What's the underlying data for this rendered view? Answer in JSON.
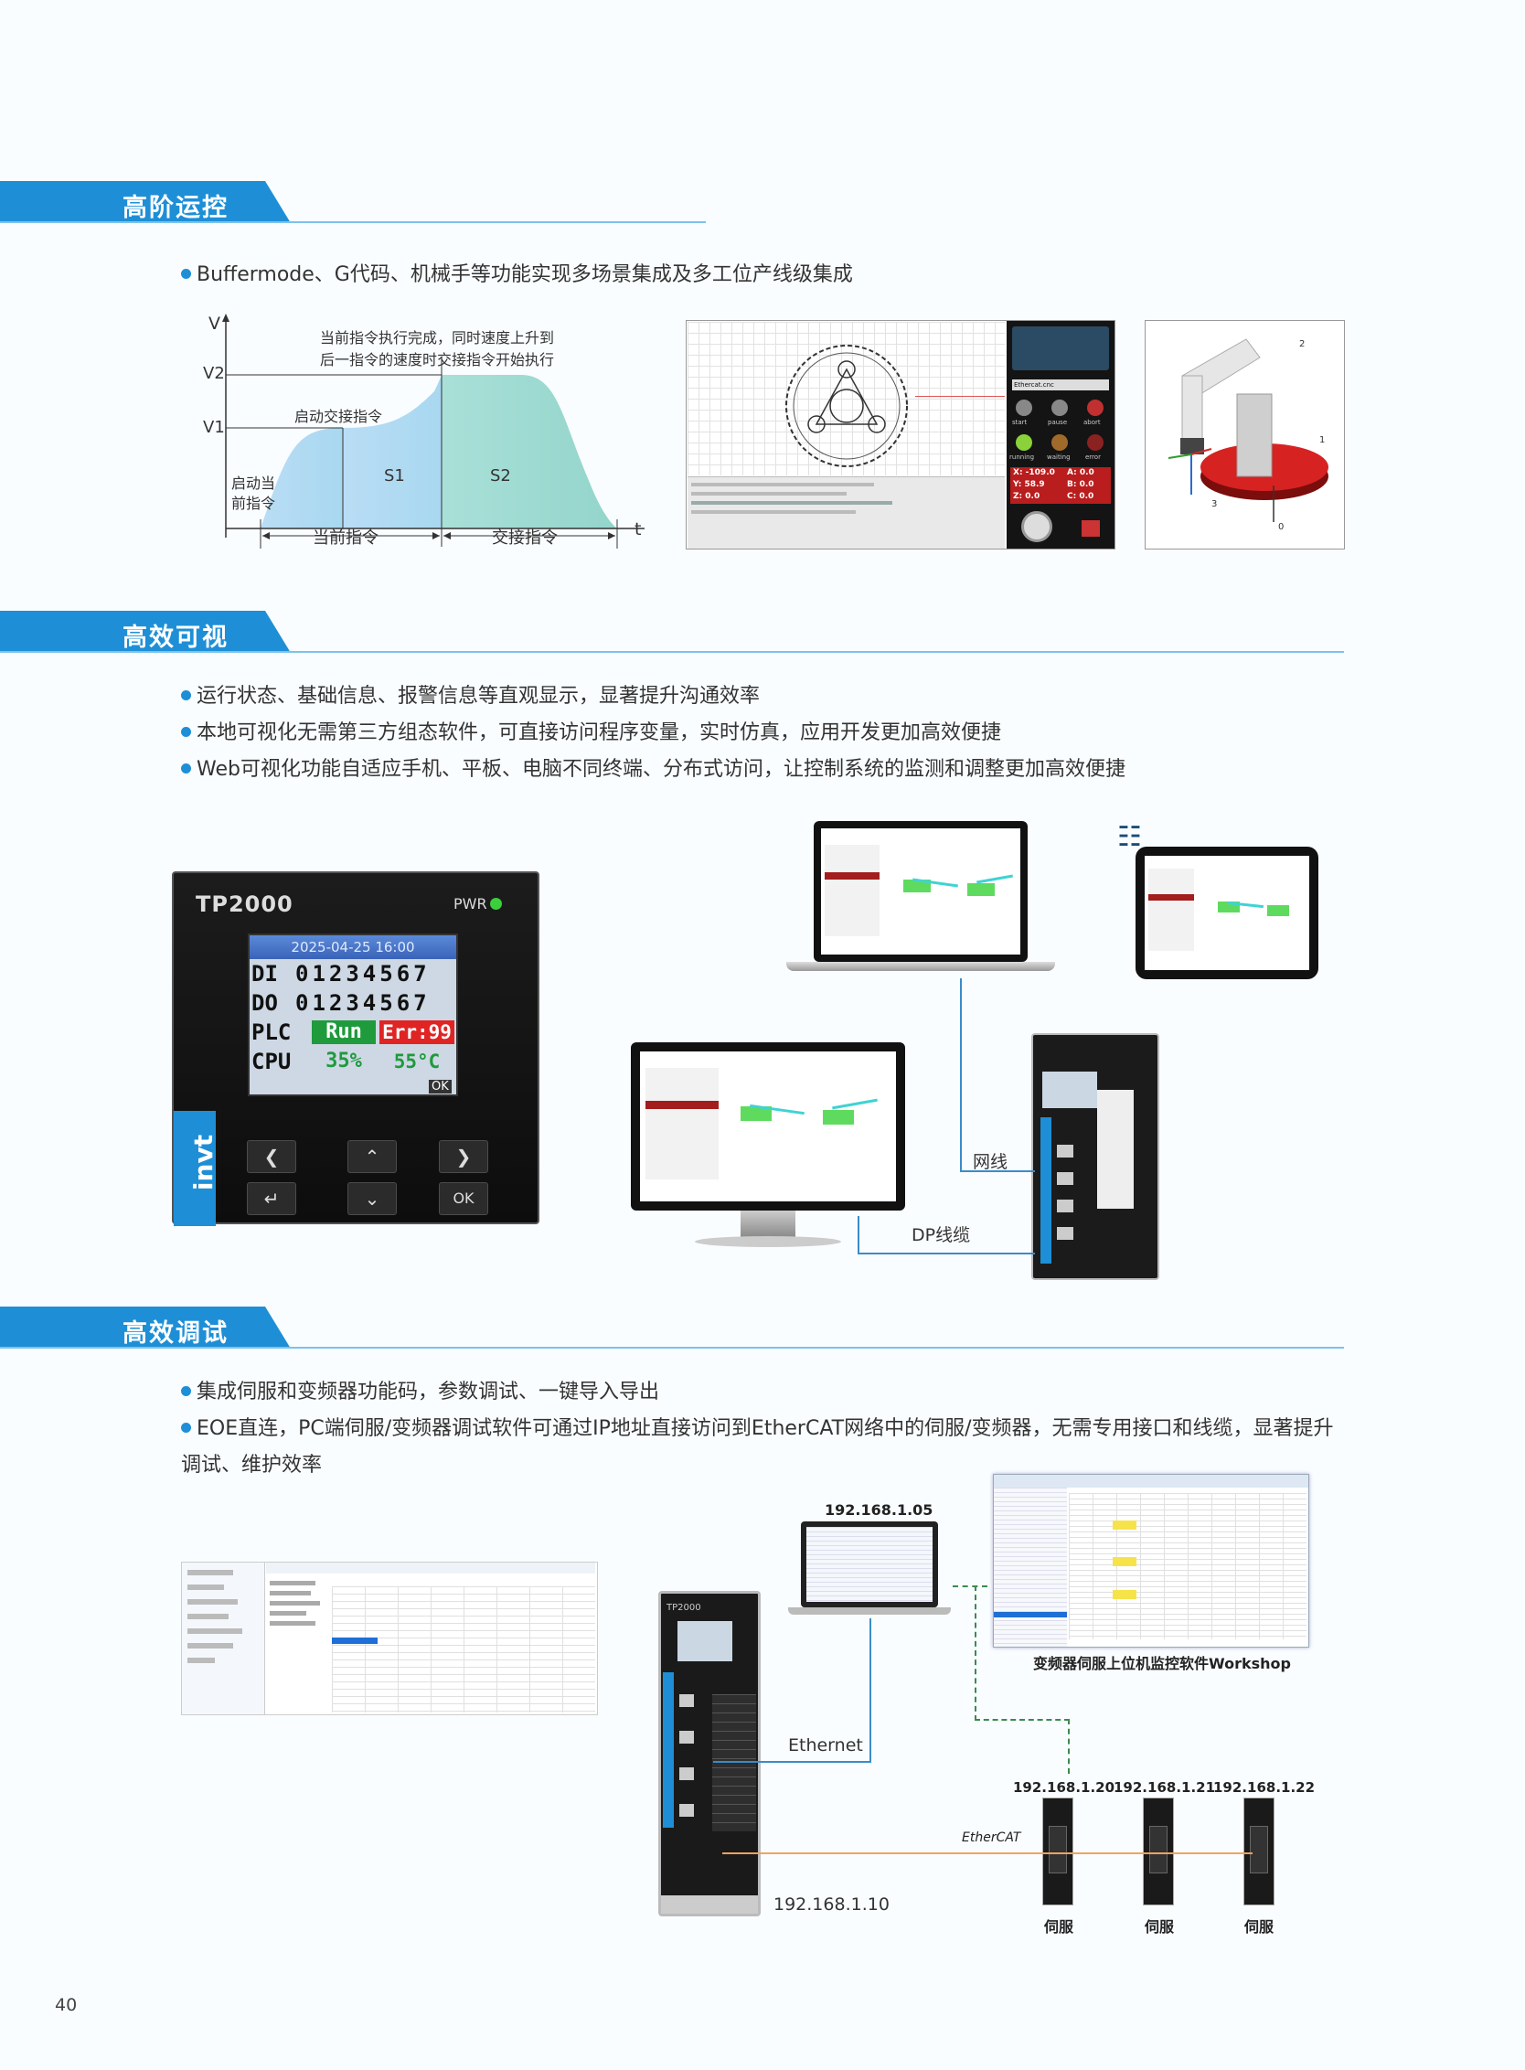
{
  "sections": {
    "s1": {
      "title": "高阶运控",
      "bullet": "Buffermode、G代码、机械手等功能实现多场景集成及多工位产线级集成",
      "graph": {
        "v": "V",
        "v2": "V2",
        "v1": "V1",
        "t": "t",
        "note_line1": "当前指令执行完成，同时速度上升到",
        "note_line2": "后一指令的速度时交接指令开始执行",
        "start_swap": "启动交接指令",
        "start_current_1": "启动当",
        "start_current_2": "前指令",
        "s1": "S1",
        "s2": "S2",
        "current_cmd": "当前指令",
        "swap_cmd": "交接指令"
      },
      "gcode": {
        "file": "Ethercat.cnc",
        "btn_start": "start",
        "btn_pause": "pause",
        "btn_abort": "abort",
        "btn_running": "running",
        "btn_waiting": "waiting",
        "btn_error": "error",
        "x": "X: -109.0",
        "y": "Y: 58.9",
        "z": "Z: 0.0",
        "a": "A: 0.0",
        "b": "B: 0.0",
        "c": "C: 0.0"
      },
      "robot": {
        "l0": "0",
        "l1": "1",
        "l2": "2",
        "l3": "3"
      }
    },
    "s2": {
      "title": "高效可视",
      "bullets": [
        "运行状态、基础信息、报警信息等直观显示，显著提升沟通效率",
        "本地可视化无需第三方组态软件，可直接访问程序变量，实时仿真，应用开发更加高效便捷",
        "Web可视化功能自适应手机、平板、电脑不同终端、分布式访问，让控制系统的监测和调整更加高效便捷"
      ],
      "device": {
        "model": "TP2000",
        "pwr": "PWR",
        "date": "2025-04-25 16:00",
        "di_label": "DI",
        "di_val": "01234567",
        "do_label": "DO",
        "do_val": "01234567",
        "plc_label": "PLC",
        "plc_run": "Run",
        "plc_err": "Err:99",
        "cpu_label": "CPU",
        "cpu_val": "35%",
        "temp_val": "55°C",
        "ok_small": "OK",
        "brand": "invt",
        "key_ok": "OK"
      },
      "net_label": "网线",
      "dp_label": "DP线缆"
    },
    "s3": {
      "title": "高效调试",
      "bullet1": "集成伺服和变频器功能码，参数调试、一键导入导出",
      "bullet2_line1": "EOE直连，PC端伺服/变频器调试软件可通过IP地址直接访问到EtherCAT网络中的伺服/变频器，无需专用接口和线缆，显著提升",
      "bullet2_line2": "调试、维护效率",
      "ip_pc": "192.168.1.05",
      "workshop": "变频器伺服上位机监控软件Workshop",
      "ethernet": "Ethernet",
      "ip_plc": "192.168.1.10",
      "ip_s1": "192.168.1.20",
      "ip_s2": "192.168.1.21",
      "ip_s3": "192.168.1.22",
      "ethercat": "EtherCAT",
      "servo1": "伺服",
      "servo2": "伺服",
      "servo3": "伺服",
      "plc_model": "TP2000"
    }
  },
  "page_number": "40",
  "colors": {
    "accent": "#1e8fd6",
    "fill_light": "#bfe0f5",
    "fill_teal": "#9fdcd3"
  }
}
